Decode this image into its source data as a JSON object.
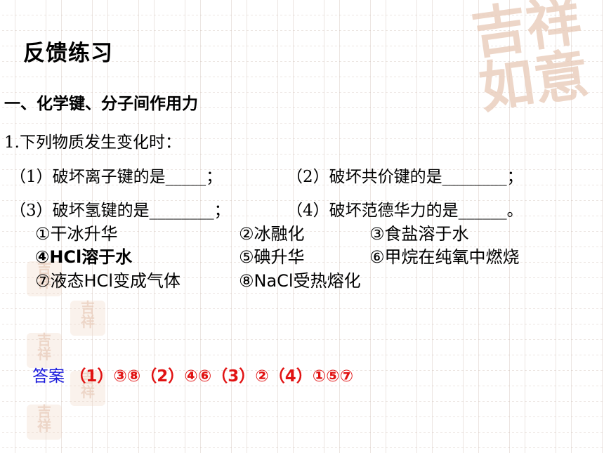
{
  "title": "反馈练习",
  "section_heading": "一、化学键、分子间作用力",
  "question": "1.下列物质发生变化时：",
  "blanks": {
    "b1": "（1）破坏离子键的是_____；",
    "b2": "（2）破坏共价键的是________；",
    "b3": "（3）破坏氢键的是________；",
    "b4": "（4）破坏范德华力的是______。"
  },
  "options": {
    "o1": "①干冰升华",
    "o2": "②冰融化",
    "o3": "③食盐溶于水",
    "o4": "④HCl溶于水",
    "o5": "⑤碘升华",
    "o6": "⑥甲烷在纯氧中燃烧",
    "o7": "⑦液态HCl变成气体",
    "o8": "⑧NaCl受热熔化"
  },
  "answer": {
    "label": "答案",
    "value": "（1）③⑧（2）④⑥（3）②（4）①⑤⑦"
  },
  "colors": {
    "answer_label": "#1a1adb",
    "answer_value": "#e11212",
    "seal": "#e8c9b6"
  }
}
